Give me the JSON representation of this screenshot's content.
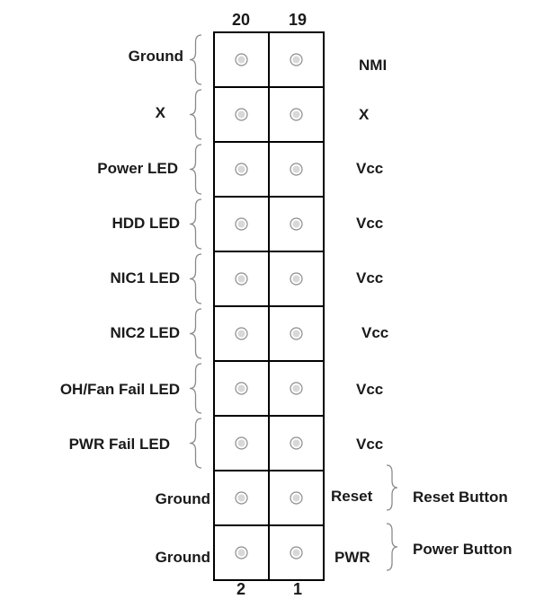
{
  "header": {
    "top_left_pin": "20",
    "top_right_pin": "19",
    "bottom_left_pin": "2",
    "bottom_right_pin": "1"
  },
  "rows": [
    {
      "left": "Ground",
      "right": "NMI"
    },
    {
      "left": "X",
      "right": "X"
    },
    {
      "left": "Power LED",
      "right": "Vcc"
    },
    {
      "left": "HDD LED",
      "right": "Vcc"
    },
    {
      "left": "NIC1 LED",
      "right": "Vcc"
    },
    {
      "left": "NIC2 LED",
      "right": "Vcc"
    },
    {
      "left": "OH/Fan Fail LED",
      "right": "Vcc"
    },
    {
      "left": "PWR Fail LED",
      "right": "Vcc"
    },
    {
      "left": "Ground",
      "right": "Reset",
      "function": "Reset Button"
    },
    {
      "left": "Ground",
      "right": "PWR",
      "function": "Power Button"
    }
  ]
}
